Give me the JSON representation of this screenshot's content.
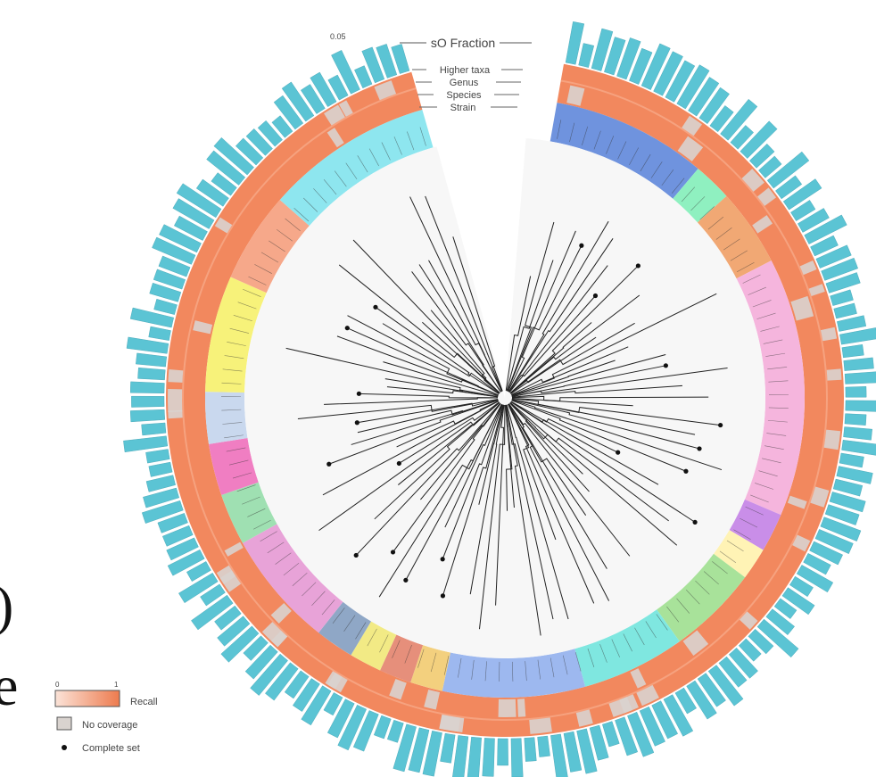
{
  "figure": {
    "track_labels": [
      "sO Fraction",
      "Higher taxa",
      "Genus",
      "Species",
      "Strain"
    ],
    "scale_label": "0.05"
  },
  "legend": {
    "recall_label": "Recall",
    "recall_min": "0",
    "recall_max": "1",
    "no_coverage_label": "No coverage",
    "complete_set_label": "Complete set"
  },
  "edge_glyphs": [
    ")",
    "e"
  ],
  "colors": {
    "bars": "#5bc4d4",
    "bar_edge": "#3f9fb0",
    "recall_ring": "#f2885e",
    "no_coverage": "#d9d3cf",
    "branch": "#222222"
  },
  "clades": [
    {
      "color": "#8ee6ef"
    },
    {
      "color": "#f6a88a"
    },
    {
      "color": "#f7f27a"
    },
    {
      "color": "#c9d8ee"
    },
    {
      "color": "#f07ec2"
    },
    {
      "color": "#9fe0b2"
    },
    {
      "color": "#e8a3d8"
    },
    {
      "color": "#8fa7c6"
    },
    {
      "color": "#f2ea85"
    },
    {
      "color": "#e68f7b"
    },
    {
      "color": "#f3d07e"
    },
    {
      "color": "#9db8ef"
    },
    {
      "color": "#7fe7e0"
    },
    {
      "color": "#a8e29a"
    },
    {
      "color": "#fff3b5"
    },
    {
      "color": "#c98ee8"
    },
    {
      "color": "#f5b5dd"
    },
    {
      "color": "#6f93de"
    },
    {
      "color": "#8ff0c0"
    },
    {
      "color": "#f1a874"
    }
  ]
}
